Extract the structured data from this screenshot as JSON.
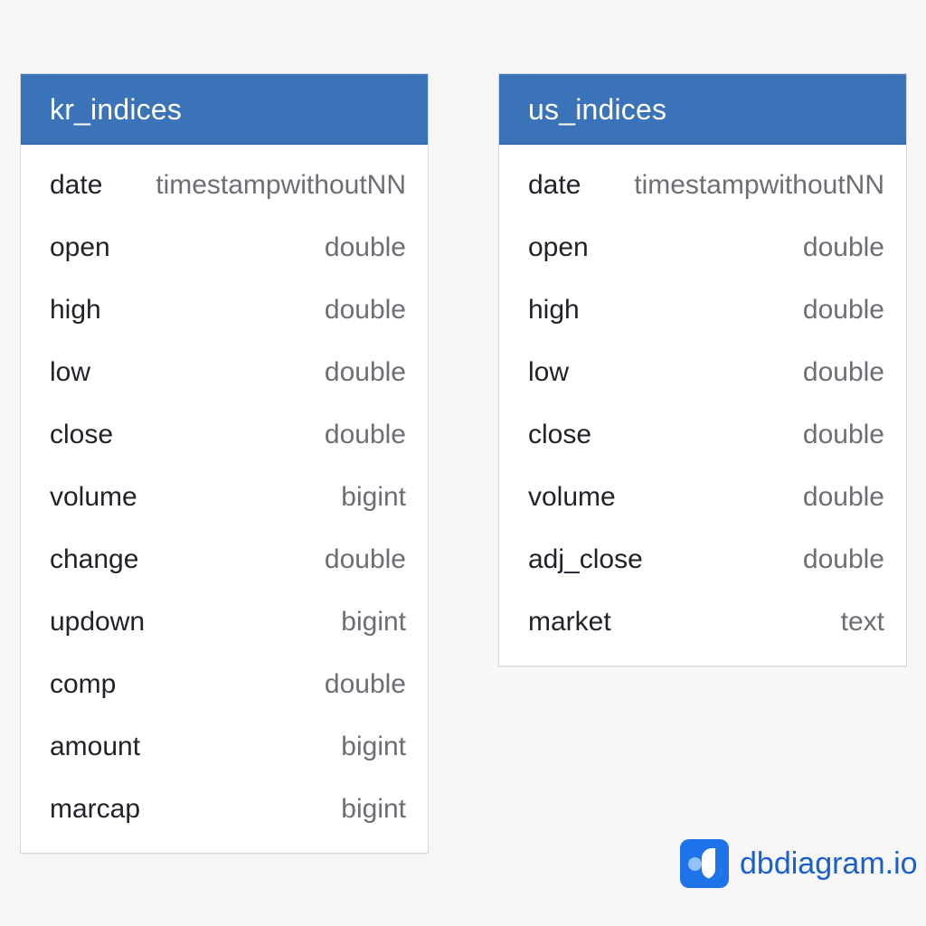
{
  "tables": [
    {
      "name": "kr_indices",
      "fields": [
        {
          "name": "date",
          "type": "timestampwithoutNN"
        },
        {
          "name": "open",
          "type": "double"
        },
        {
          "name": "high",
          "type": "double"
        },
        {
          "name": "low",
          "type": "double"
        },
        {
          "name": "close",
          "type": "double"
        },
        {
          "name": "volume",
          "type": "bigint"
        },
        {
          "name": "change",
          "type": "double"
        },
        {
          "name": "updown",
          "type": "bigint"
        },
        {
          "name": "comp",
          "type": "double"
        },
        {
          "name": "amount",
          "type": "bigint"
        },
        {
          "name": "marcap",
          "type": "bigint"
        }
      ]
    },
    {
      "name": "us_indices",
      "fields": [
        {
          "name": "date",
          "type": "timestampwithoutNN"
        },
        {
          "name": "open",
          "type": "double"
        },
        {
          "name": "high",
          "type": "double"
        },
        {
          "name": "low",
          "type": "double"
        },
        {
          "name": "close",
          "type": "double"
        },
        {
          "name": "volume",
          "type": "double"
        },
        {
          "name": "adj_close",
          "type": "double"
        },
        {
          "name": "market",
          "type": "text"
        }
      ]
    }
  ],
  "branding": {
    "text": "dbdiagram.io",
    "icon": "dbdiagram-logo-icon"
  },
  "colors": {
    "header": "#3a73b8",
    "background": "#f7f7f8",
    "text": "#1f2329",
    "type_text": "#6b6f75",
    "brand": "#1b5fc9"
  }
}
